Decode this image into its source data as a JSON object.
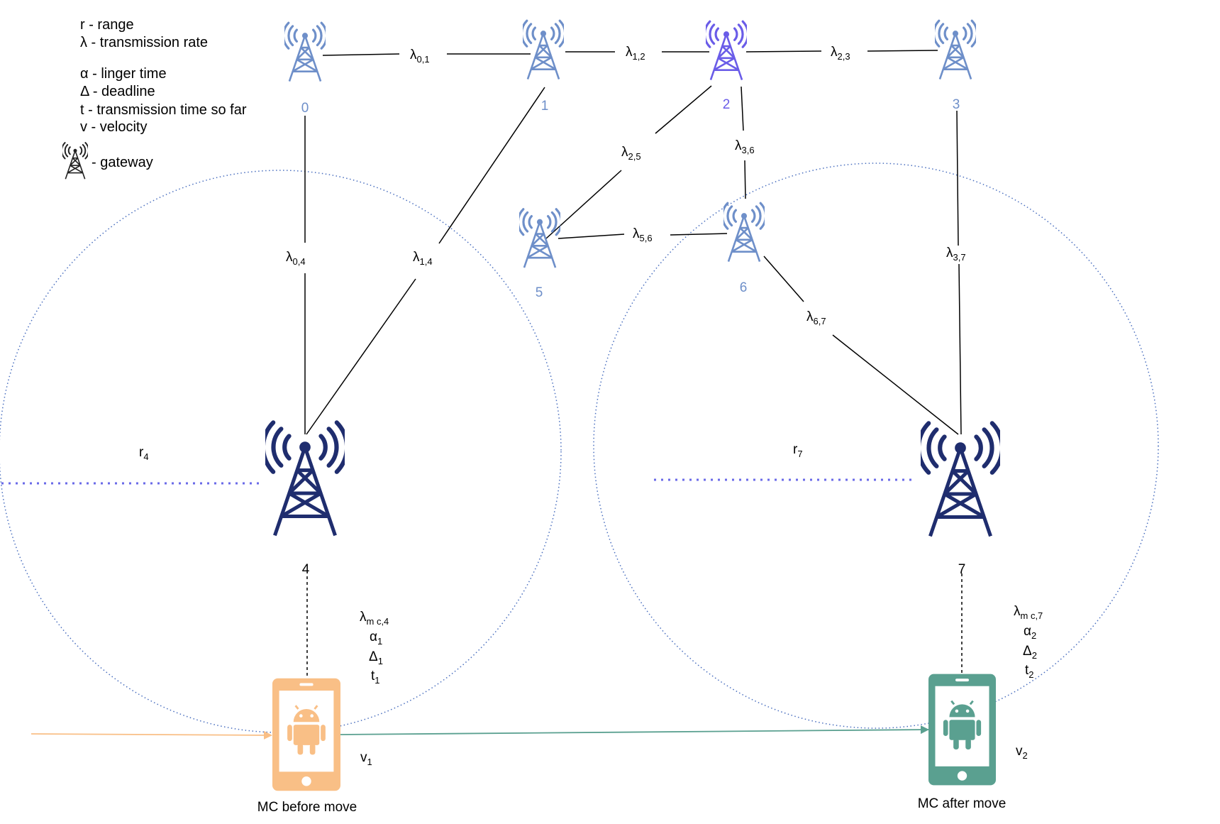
{
  "legend": {
    "range": "r - range",
    "rate": "λ - transmission rate",
    "linger": "α - linger time",
    "deadline": "Δ - deadline",
    "time_so_far": "t - transmission time so far",
    "velocity": "v - velocity",
    "gateway": "- gateway",
    "gateway_icon": "gateway-tower-icon"
  },
  "colors": {
    "small_gateway": "#6e8fc9",
    "highlight_gateway": "#6a5ce8",
    "big_gateway": "#1f2d6e",
    "range_circle": "#4a6fbf",
    "range_radius": "#6a6ae8",
    "mc_before": "#f9bf86",
    "mc_after": "#5aa090"
  },
  "nodes": {
    "g0": "0",
    "g1": "1",
    "g2": "2",
    "g3": "3",
    "g4": "4",
    "g5": "5",
    "g6": "6",
    "g7": "7"
  },
  "links": {
    "l01": {
      "base": "λ",
      "sub": "0,1"
    },
    "l12": {
      "base": "λ",
      "sub": "1,2"
    },
    "l23": {
      "base": "λ",
      "sub": "2,3"
    },
    "l04": {
      "base": "λ",
      "sub": "0,4"
    },
    "l14": {
      "base": "λ",
      "sub": "1,4"
    },
    "l25": {
      "base": "λ",
      "sub": "2,5"
    },
    "l36": {
      "base": "λ",
      "sub": "3,6"
    },
    "l56": {
      "base": "λ",
      "sub": "5,6"
    },
    "l37": {
      "base": "λ",
      "sub": "3,7"
    },
    "l67": {
      "base": "λ",
      "sub": "6,7"
    }
  },
  "ranges": {
    "r4": {
      "base": "r",
      "sub": "4"
    },
    "r7": {
      "base": "r",
      "sub": "7"
    }
  },
  "mc_before": {
    "label": "MC before move",
    "rate": {
      "base": "λ",
      "sub": "m c,4"
    },
    "alpha": {
      "base": "α",
      "sub": "1"
    },
    "delta": {
      "base": "Δ",
      "sub": "1"
    },
    "t": {
      "base": "t",
      "sub": "1"
    },
    "v": {
      "base": "v",
      "sub": "1"
    }
  },
  "mc_after": {
    "label": "MC after move",
    "rate": {
      "base": "λ",
      "sub": "m c,7"
    },
    "alpha": {
      "base": "α",
      "sub": "2"
    },
    "delta": {
      "base": "Δ",
      "sub": "2"
    },
    "t": {
      "base": "t",
      "sub": "2"
    },
    "v": {
      "base": "v",
      "sub": "2"
    }
  }
}
